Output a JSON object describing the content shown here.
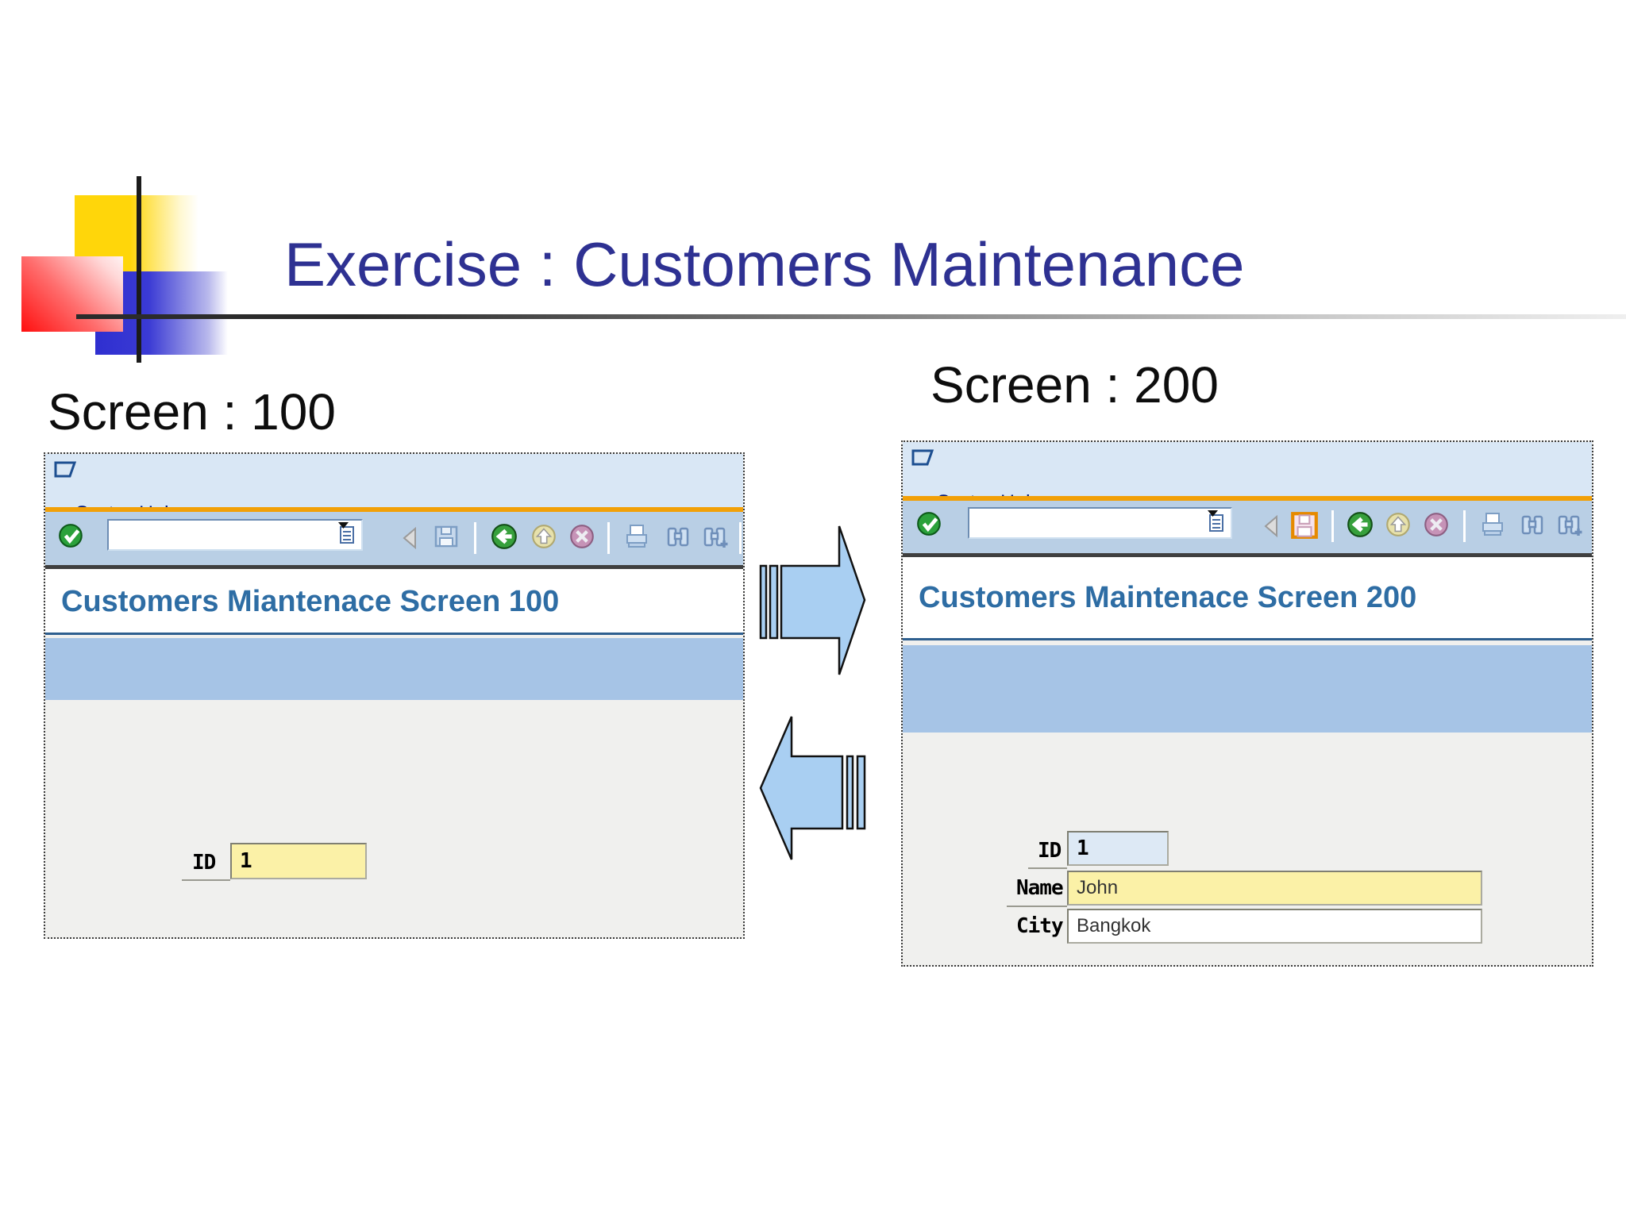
{
  "slide": {
    "title": "Exercise : Customers Maintenance",
    "screen100_label": "Screen : 100",
    "screen200_label": "Screen : 200"
  },
  "menu": {
    "system_pre": "S",
    "system_accel": "y",
    "system_post": "stem",
    "help_accel": "H",
    "help_post": "elp"
  },
  "window100": {
    "screen_title": "Customers Miantenace Screen 100",
    "command_value": "",
    "fields": {
      "id": {
        "label": "ID",
        "value": "1"
      }
    }
  },
  "window200": {
    "screen_title": "Customers Maintenace Screen 200",
    "command_value": "",
    "fields": {
      "id": {
        "label": "ID",
        "value": "1"
      },
      "name": {
        "label": "Name",
        "value": "John"
      },
      "city": {
        "label": "City",
        "value": "Bangkok"
      }
    }
  },
  "toolbar_icons": [
    "enter-icon",
    "command-field",
    "dropdown-icon",
    "back-icon",
    "save-icon",
    "exit-icon",
    "home-icon",
    "cancel-icon",
    "print-icon",
    "find-icon",
    "find-next-icon"
  ],
  "colors": {
    "title_blue": "#2E3192",
    "screen_title_blue": "#2E6DA4",
    "orange_line": "#F2A007",
    "titlebar_bg": "#D9E7F5",
    "toolbar_bg": "#B9CFE5",
    "band_blue": "#A6C4E6",
    "body_gray": "#F0F0EE",
    "field_yellow": "#FBF1A7",
    "field_lightblue": "#DDE9F5",
    "arrow_blue": "#A9CFF2",
    "menu_navy": "#00187A",
    "save_highlight_orange": "#E68A00"
  }
}
